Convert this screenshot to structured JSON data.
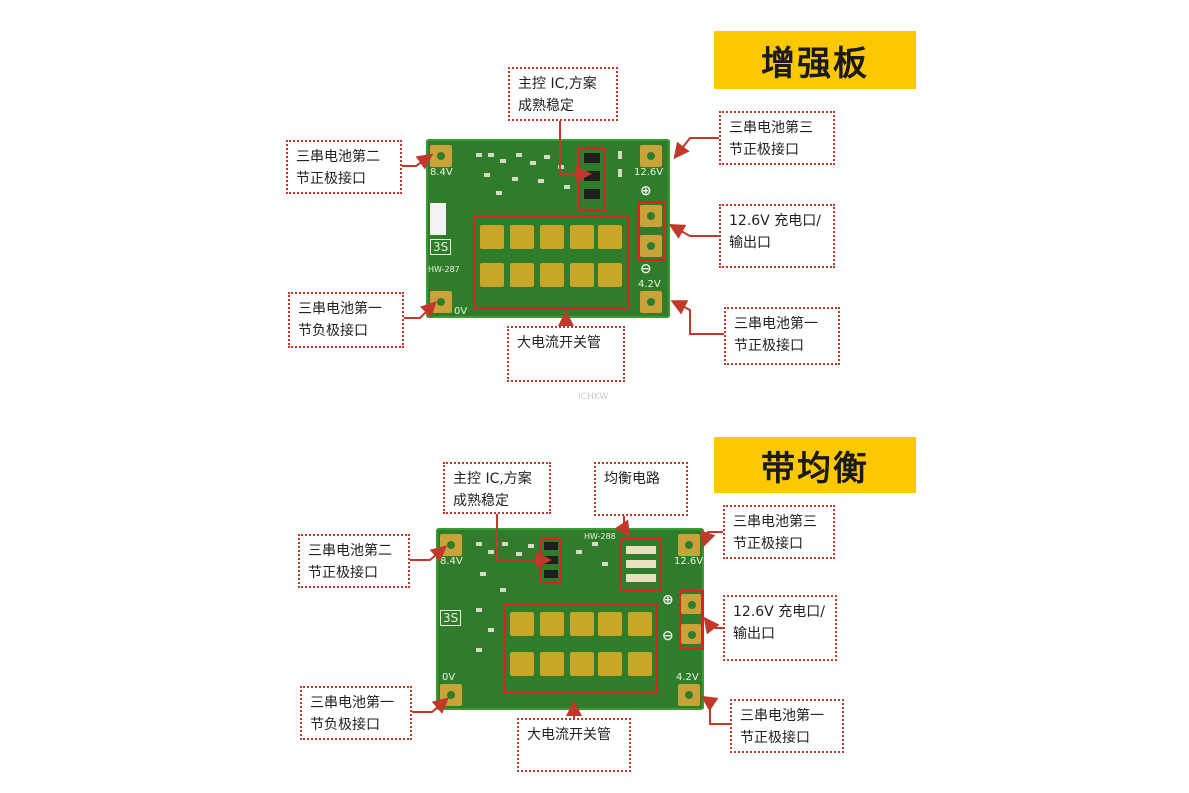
{
  "top": {
    "banner": "增强板",
    "callouts": {
      "main_ic": "主控 IC,方案\n成熟稳定",
      "cell2_pos": "三串电池第二\n节正极接口",
      "cell3_pos": "三串电池第三\n节正极接口",
      "charge_out": "12.6V 充电口/\n输出口",
      "cell1_neg": "三串电池第一\n节负极接口",
      "mosfets": "大电流开关管",
      "cell1_pos": "三串电池第一\n节正极接口"
    },
    "board": {
      "label_84": "8.4V",
      "label_126": "12.6V",
      "label_42": "4.2V",
      "label_0v": "0V",
      "label_3s": "3S",
      "label_model": "HW-287",
      "plus": "⊕",
      "minus": "⊖"
    }
  },
  "bottom": {
    "banner": "带均衡",
    "callouts": {
      "main_ic": "主控 IC,方案\n成熟稳定",
      "balance": "均衡电路",
      "cell2_pos": "三串电池第二\n节正极接口",
      "cell3_pos": "三串电池第三\n节正极接口",
      "charge_out": "12.6V 充电口/\n输出口",
      "cell1_neg": "三串电池第一\n节负极接口",
      "mosfets": "大电流开关管",
      "cell1_pos": "三串电池第一\n节正极接口"
    },
    "board": {
      "label_84": "8.4V",
      "label_126": "12.6V",
      "label_42": "4.2V",
      "label_0v": "0V",
      "label_3s": "3S",
      "label_model": "HW-288",
      "plus": "⊕",
      "minus": "⊖"
    }
  },
  "watermark": "ICHKW",
  "colors": {
    "banner": "#fcc800",
    "callout_border": "#c0392b",
    "board": "#2f7d2a",
    "highlight": "#e02020",
    "pad": "#c9a23a"
  }
}
